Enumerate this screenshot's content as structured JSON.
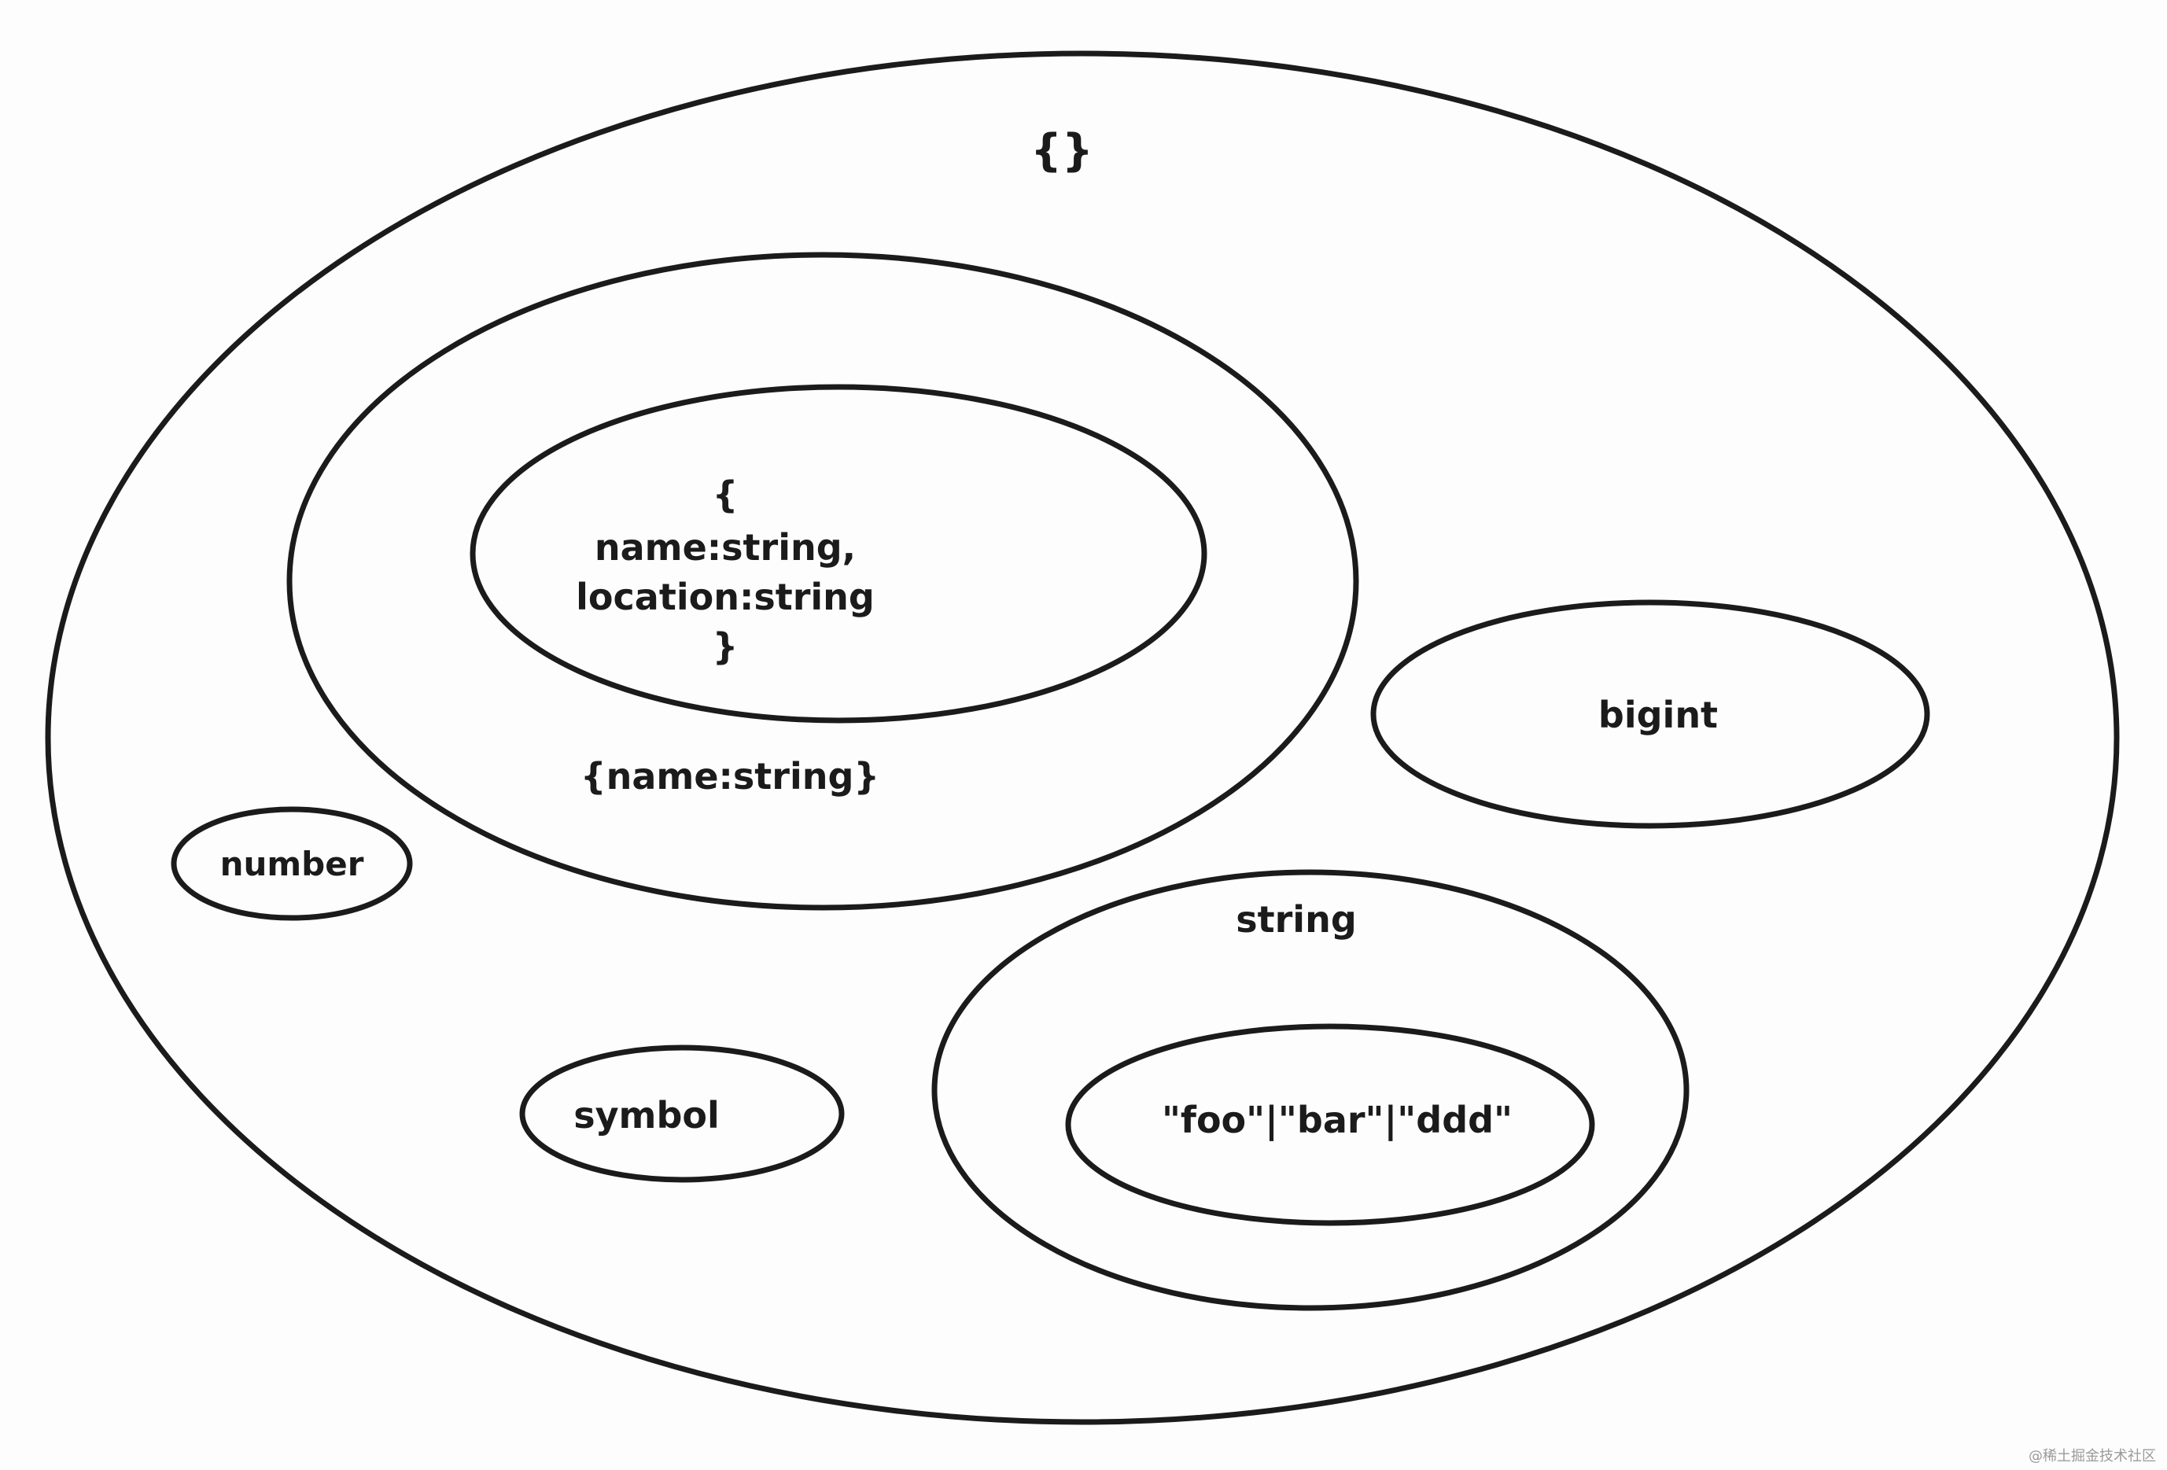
{
  "diagram": {
    "top_type": "{}",
    "object_types": {
      "outer": "{name:string}",
      "inner": [
        "{",
        "name:string,",
        "location:string",
        "}"
      ]
    },
    "primitives": {
      "number": "number",
      "symbol": "symbol",
      "bigint": "bigint",
      "string": "string"
    },
    "string_literals": "\"foo\"|\"bar\"|\"ddd\""
  },
  "watermark": "@稀土掘金技术社区"
}
